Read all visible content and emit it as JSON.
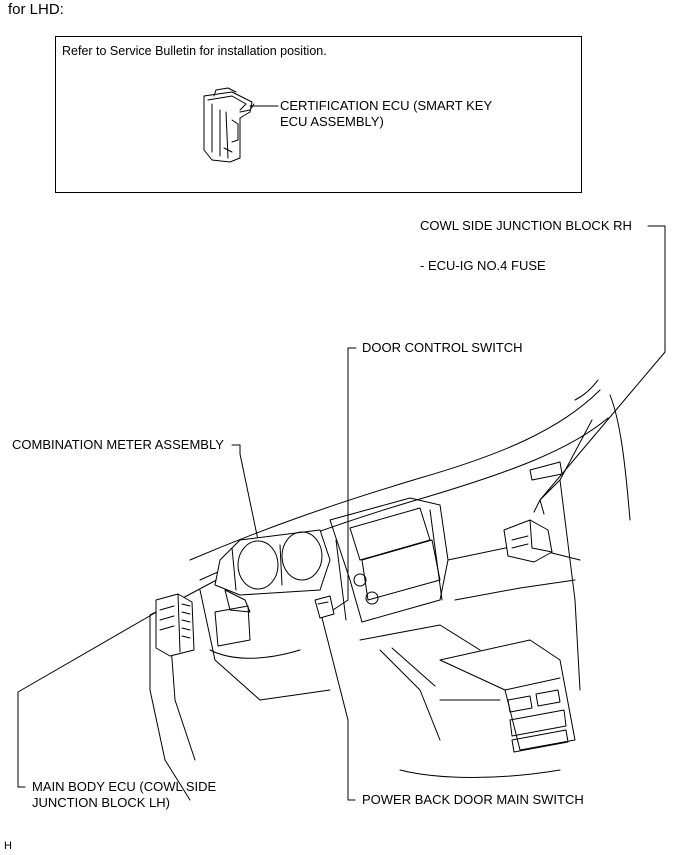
{
  "caption": "for LHD:",
  "note": {
    "text": "Refer to Service Bulletin for installation position."
  },
  "labels": {
    "certification_ecu_line1": "CERTIFICATION ECU (SMART KEY",
    "certification_ecu_line2": "ECU ASSEMBLY)",
    "cowl_side_jb_rh": "COWL SIDE JUNCTION BLOCK RH",
    "ecu_ig_fuse": "- ECU-IG NO.4 FUSE",
    "door_control_switch": "DOOR CONTROL SWITCH",
    "combination_meter": "COMBINATION METER ASSEMBLY",
    "main_body_ecu_line1": "MAIN BODY ECU (COWL SIDE",
    "main_body_ecu_line2": "JUNCTION BLOCK LH)",
    "power_back_door_switch": "POWER BACK DOOR MAIN SWITCH"
  },
  "footer_code": "H"
}
